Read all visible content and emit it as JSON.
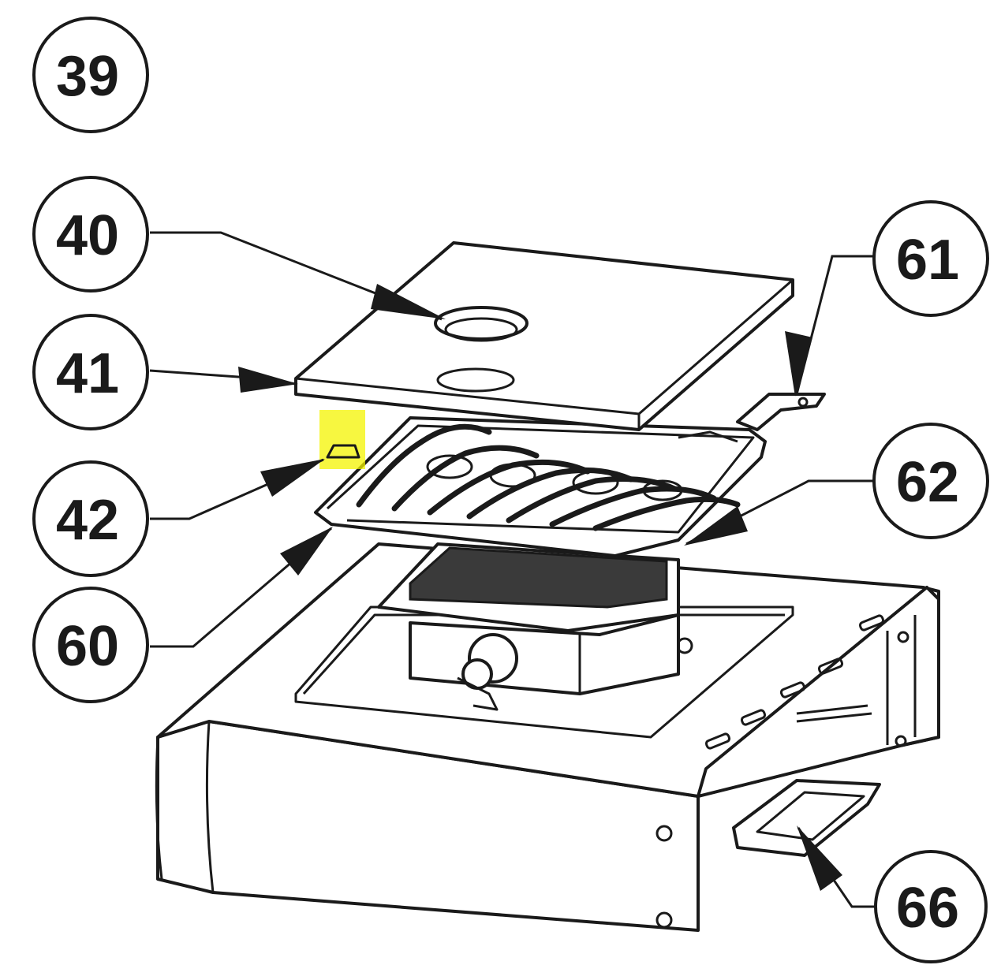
{
  "diagram": {
    "callouts": [
      {
        "id": "39",
        "label": "39"
      },
      {
        "id": "40",
        "label": "40"
      },
      {
        "id": "41",
        "label": "41"
      },
      {
        "id": "42",
        "label": "42"
      },
      {
        "id": "60",
        "label": "60"
      },
      {
        "id": "61",
        "label": "61"
      },
      {
        "id": "62",
        "label": "62"
      },
      {
        "id": "66",
        "label": "66"
      }
    ],
    "highlight_color": "#f4f400",
    "line_color": "#1a1a1a"
  }
}
